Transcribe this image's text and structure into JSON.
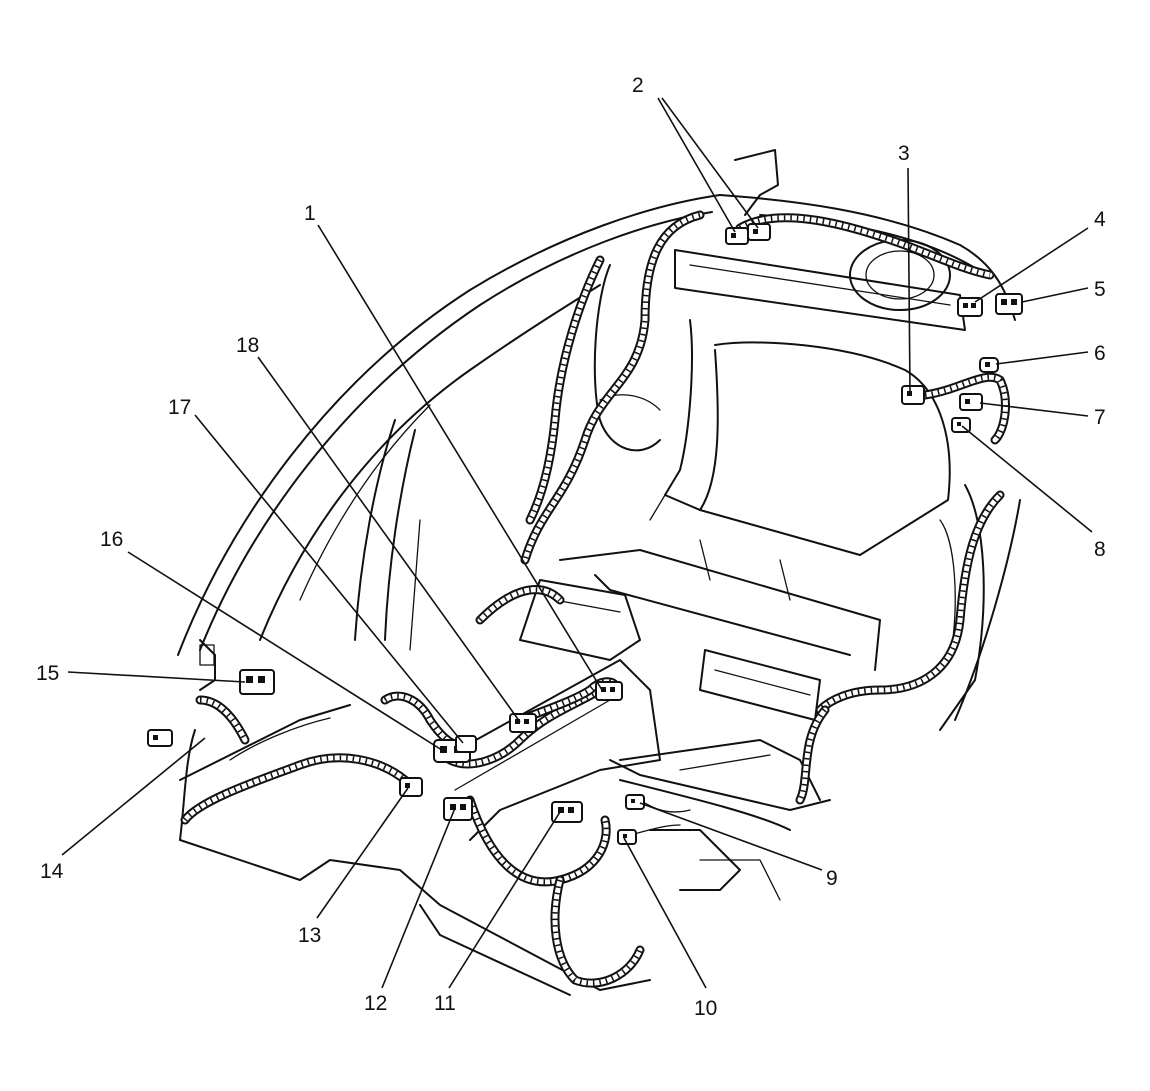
{
  "diagram": {
    "callouts": [
      {
        "id": "1",
        "label": "1"
      },
      {
        "id": "2",
        "label": "2"
      },
      {
        "id": "3",
        "label": "3"
      },
      {
        "id": "4",
        "label": "4"
      },
      {
        "id": "5",
        "label": "5"
      },
      {
        "id": "6",
        "label": "6"
      },
      {
        "id": "7",
        "label": "7"
      },
      {
        "id": "8",
        "label": "8"
      },
      {
        "id": "9",
        "label": "9"
      },
      {
        "id": "10",
        "label": "10"
      },
      {
        "id": "11",
        "label": "11"
      },
      {
        "id": "12",
        "label": "12"
      },
      {
        "id": "13",
        "label": "13"
      },
      {
        "id": "14",
        "label": "14"
      },
      {
        "id": "15",
        "label": "15"
      },
      {
        "id": "16",
        "label": "16"
      },
      {
        "id": "17",
        "label": "17"
      },
      {
        "id": "18",
        "label": "18"
      }
    ],
    "colors": {
      "line": "#111111",
      "background": "#ffffff"
    }
  }
}
